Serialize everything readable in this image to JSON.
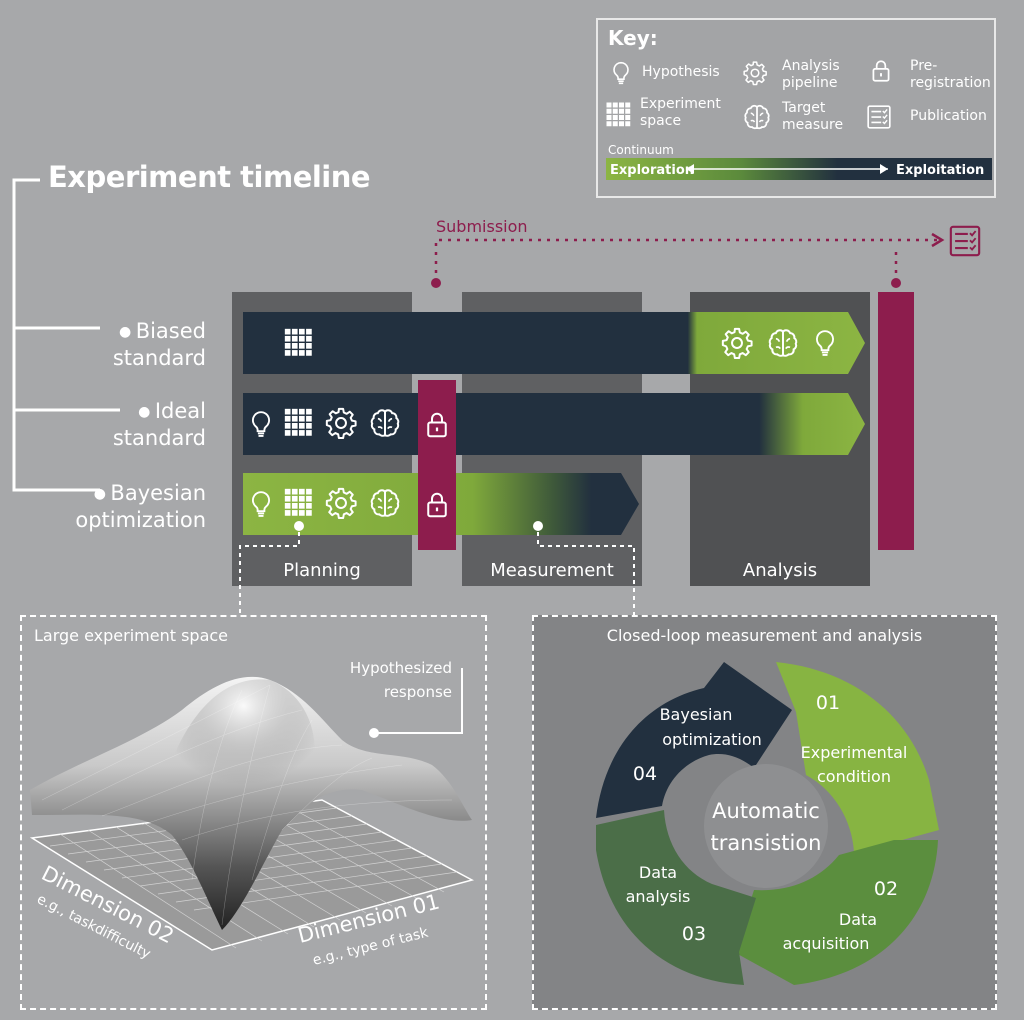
{
  "key": {
    "title": "Key:",
    "items": {
      "hypothesis": "Hypothesis",
      "analysis_pipeline_1": "Analysis",
      "analysis_pipeline_2": "pipeline",
      "preregistration_1": "Pre-",
      "preregistration_2": "registration",
      "experiment_space_1": "Experiment",
      "experiment_space_2": "space",
      "target_measure_1": "Target",
      "target_measure_2": "measure",
      "publication": "Publication"
    },
    "continuum_label": "Continuum",
    "exploration": "Exploration",
    "exploitation": "Exploitation"
  },
  "timeline": {
    "title": "Experiment timeline",
    "submission": "Submission",
    "rows": [
      {
        "line1": "Biased",
        "line2": "standard"
      },
      {
        "line1": "Ideal",
        "line2": "standard"
      },
      {
        "line1": "Bayesian",
        "line2": "optimization"
      }
    ],
    "phases": [
      "Planning",
      "Measurement",
      "Analysis"
    ]
  },
  "left_panel": {
    "title": "Large experiment space",
    "hyp_line1": "Hypothesized",
    "hyp_line2": "response",
    "dim01": "Dimension 01",
    "dim01_sub": "e.g., type of task",
    "dim02": "Dimension 02",
    "dim02_sub": "e.g., taskdifficulty"
  },
  "right_panel": {
    "title": "Closed-loop measurement and analysis",
    "center_1": "Automatic",
    "center_2": "transistion",
    "s01_num": "01",
    "s01_1": "Experimental",
    "s01_2": "condition",
    "s02_num": "02",
    "s02_1": "Data",
    "s02_2": "acquisition",
    "s03_num": "03",
    "s03_1": "Data",
    "s03_2": "analysis",
    "s04_num": "04",
    "s04_1": "Bayesian",
    "s04_2": "optimization"
  },
  "colors": {
    "navy": "#22303f",
    "green": "#7fa93b",
    "dark_green": "#4b6e48",
    "maroon": "#8d1d4d",
    "phase_gray": "#5f6062"
  }
}
